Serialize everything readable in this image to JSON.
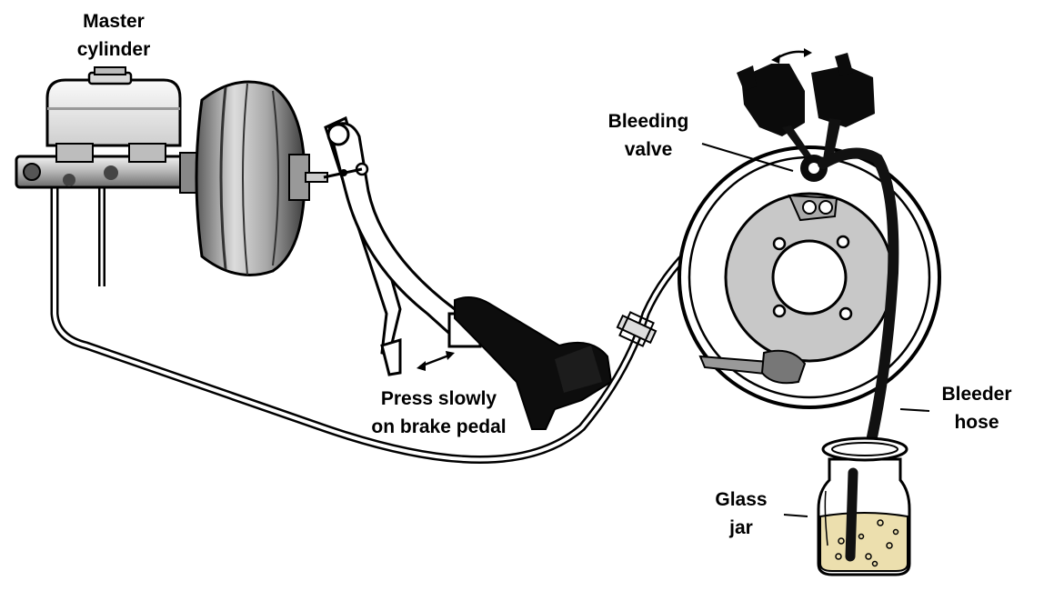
{
  "labels": {
    "master_cylinder": [
      "Master",
      "cylinder"
    ],
    "bleeding_valve": [
      "Bleeding",
      "valve"
    ],
    "brake_pedal": [
      "Press slowly",
      "on brake pedal"
    ],
    "bleeder_hose": [
      "Bleeder",
      "hose"
    ],
    "glass_jar": [
      "Glass",
      "jar"
    ]
  },
  "colors": {
    "outline": "#000000",
    "metal_light": "#e6e6e6",
    "metal_mid": "#9a9a9a",
    "metal_dark": "#4a4a4a",
    "rotor_face": "#c8c8c8",
    "fluid": "#ecdfae",
    "hose": "#111111"
  }
}
